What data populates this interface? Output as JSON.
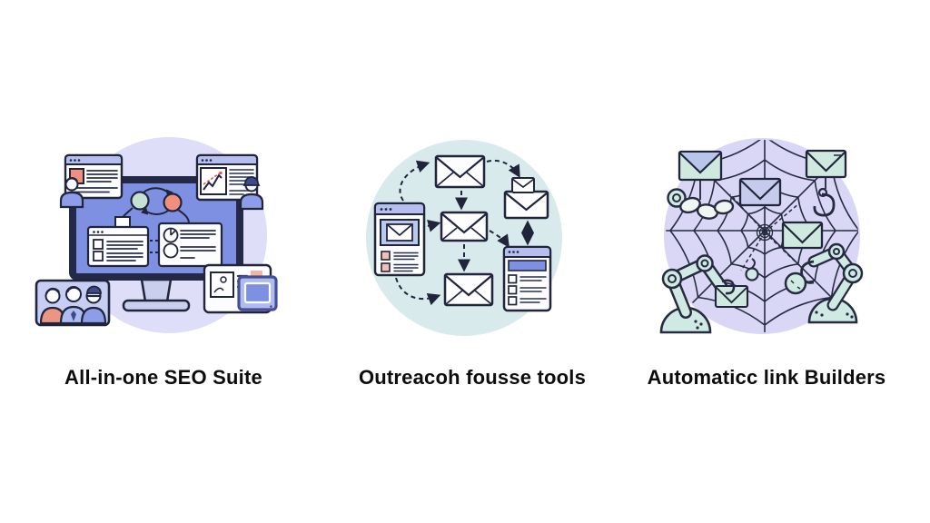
{
  "page": {
    "background_color": "#ffffff"
  },
  "features": [
    {
      "id": "all-in-one-seo-suite",
      "caption": "All-in-one SEO Suite",
      "illustration": "seo-dashboard-monitor-with-browser-windows-analytics-people-and-team-card",
      "circle_color": "#dfdef8"
    },
    {
      "id": "outreach-tools",
      "caption": "Outreacoh fousse tools",
      "illustration": "email-outreach-flow-with-envelopes-browser-checklist-and-dashed-arrows",
      "circle_color": "#d8eaec"
    },
    {
      "id": "automatic-link-builders",
      "caption": "Automaticc link Builders",
      "illustration": "spider-web-with-envelopes-chain-links-hooks-and-robot-arms",
      "circle_color": "#d9d7f5"
    }
  ],
  "icons": [
    "monitor-icon",
    "browser-window-icon",
    "analytics-chart-icon",
    "person-avatar-icon",
    "team-card-icon",
    "sync-cycle-icon",
    "checklist-card-icon",
    "media-card-icon",
    "tablet-icon",
    "envelope-icon",
    "email-browser-icon",
    "email-list-card-icon",
    "dashed-arrow-icon",
    "spider-web-icon",
    "robot-arm-icon",
    "chain-link-icon",
    "hook-icon"
  ],
  "colors": {
    "outline_dark": "#20253c",
    "screen_blue": "#7e90e2",
    "header_lavender": "#b5bfee",
    "coral": "#ef8f7c",
    "salmon_light": "#f5b3a1",
    "mint_envelope": "#cfe9df",
    "mint_robot": "#cfe9e3",
    "people_purple": "#8d9de9",
    "periwinkle": "#aebcf0",
    "purple_envelope": "#c6cbee",
    "caption_text": "#0d0d0d"
  }
}
